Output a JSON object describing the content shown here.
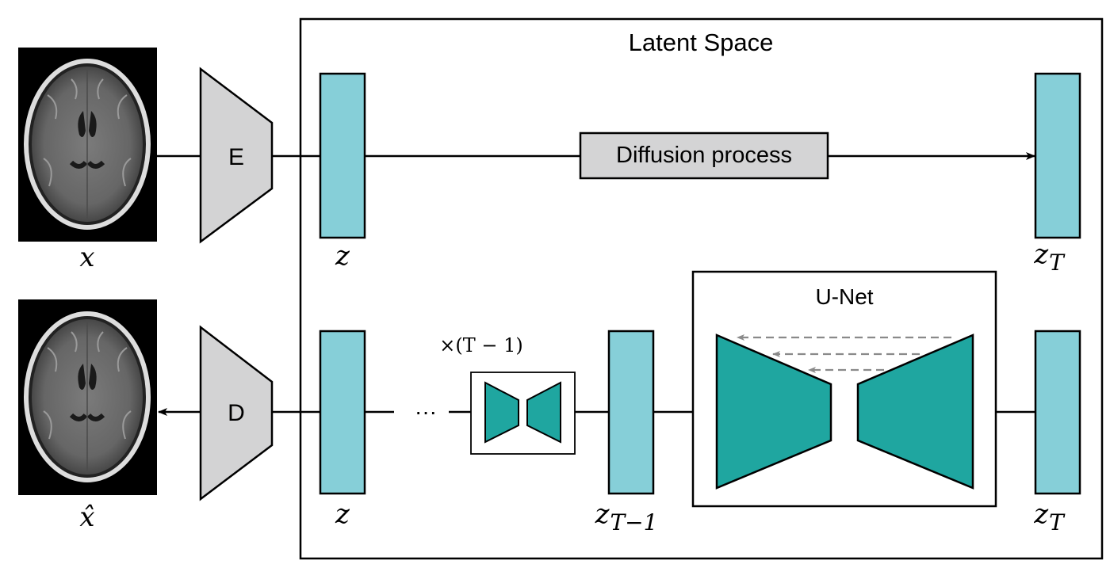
{
  "latent_space": {
    "title": "Latent Space"
  },
  "encoder": {
    "label": "E"
  },
  "decoder": {
    "label": "D"
  },
  "diffusion": {
    "label": "Diffusion process"
  },
  "unet": {
    "label": "U-Net"
  },
  "variables": {
    "x": "x",
    "x_hat": "x̂",
    "z_top": "z",
    "z_bottom": "z",
    "zT_top_base": "z",
    "zT_top_sub": "T",
    "zT_bottom_base": "z",
    "zT_bottom_sub": "T",
    "zT1_base": "z",
    "zT1_sub": "T−1",
    "repeat": "×(T − 1)"
  },
  "ellipsis": "···",
  "colors": {
    "latent_block": "#86cfd8",
    "unet_fill": "#1fa6a0",
    "encoder_fill": "#d3d3d4",
    "diffusion_fill": "#d4d4d5",
    "skip_arrow": "#8a8a8a"
  }
}
